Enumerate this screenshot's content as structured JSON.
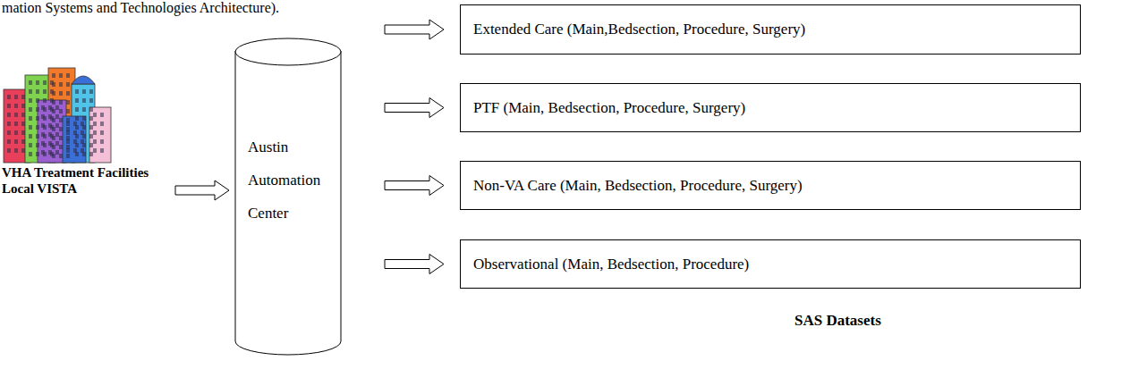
{
  "diagram": {
    "nodes": [
      {
        "text": [
          "VHA Treatment Facilities Local VISTA"
        ]
      },
      {
        "text": [
          "Austin Automation Center"
        ]
      },
      {
        "text": [
          "Extended Care (Main,Bedsection, Procedure, Surgery)"
        ]
      },
      {
        "text": [
          "PTF (Main, Bedsection, Procedure, Surgery)"
        ]
      },
      {
        "text": [
          "Non-VA Care (Main, Bedsection, Procedure, Surgery)"
        ]
      },
      {
        "text": [
          "Observational (Main, Bedsection, Procedure)"
        ]
      }
    ],
    "edges": [
      {
        "from": 0,
        "to": 1,
        "arrow": "to"
      },
      {
        "from": 1,
        "to": 2,
        "arrow": "to"
      },
      {
        "from": 1,
        "to": 3,
        "arrow": "to"
      },
      {
        "from": 1,
        "to": 4,
        "arrow": "to"
      },
      {
        "from": 1,
        "to": 5,
        "arrow": "to"
      }
    ],
    "labels": [
      "mation Systems and Technologies Architecture).",
      "SAS Datasets"
    ]
  }
}
